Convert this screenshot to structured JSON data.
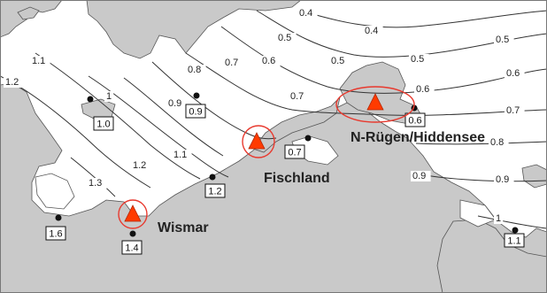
{
  "colors": {
    "land": "#c9c9c9",
    "sea": "#ffffff",
    "isoline": "#333333",
    "marker": "#ff3b00",
    "ring": "#e8392e"
  },
  "isolines": [
    {
      "id": "iso-0-4",
      "label": "0.4",
      "labels": [
        "0.4",
        "0.4"
      ]
    },
    {
      "id": "iso-0-5",
      "label": "0.5",
      "labels": [
        "0.5",
        "0.5",
        "0.5",
        "0.5"
      ]
    },
    {
      "id": "iso-0-6",
      "label": "0.6",
      "labels": [
        "0.6",
        "0.6",
        "0.6"
      ]
    },
    {
      "id": "iso-0-7",
      "label": "0.7",
      "labels": [
        "0.7",
        "0.7",
        "0.7"
      ]
    },
    {
      "id": "iso-0-8",
      "label": "0.8",
      "labels": [
        "0.8",
        "0.8"
      ]
    },
    {
      "id": "iso-0-9",
      "label": "0.9",
      "labels": [
        "0.9",
        "0.9",
        "0.9"
      ]
    },
    {
      "id": "iso-1",
      "label": "1",
      "labels": [
        "1",
        "1"
      ]
    },
    {
      "id": "iso-1-1",
      "label": "1.1",
      "labels": [
        "1.1",
        "1.1"
      ]
    },
    {
      "id": "iso-1-2",
      "label": "1.2",
      "labels": [
        "1.2",
        "1.2"
      ]
    },
    {
      "id": "iso-1-3",
      "label": "1.3",
      "labels": [
        "1.3"
      ]
    }
  ],
  "stations": [
    {
      "id": "s1",
      "value": "1.0"
    },
    {
      "id": "s2",
      "value": "0.9"
    },
    {
      "id": "s3",
      "value": "0.7"
    },
    {
      "id": "s4",
      "value": "0.6"
    },
    {
      "id": "s5",
      "value": "1.2"
    },
    {
      "id": "s6",
      "value": "1.6"
    },
    {
      "id": "s7",
      "value": "1.4"
    },
    {
      "id": "s8",
      "value": "1.1"
    }
  ],
  "sites": [
    {
      "id": "fischland",
      "name": "Fischland"
    },
    {
      "id": "wismar",
      "name": "Wismar"
    },
    {
      "id": "nruegen",
      "name": "N-Rügen/Hiddensee"
    }
  ]
}
